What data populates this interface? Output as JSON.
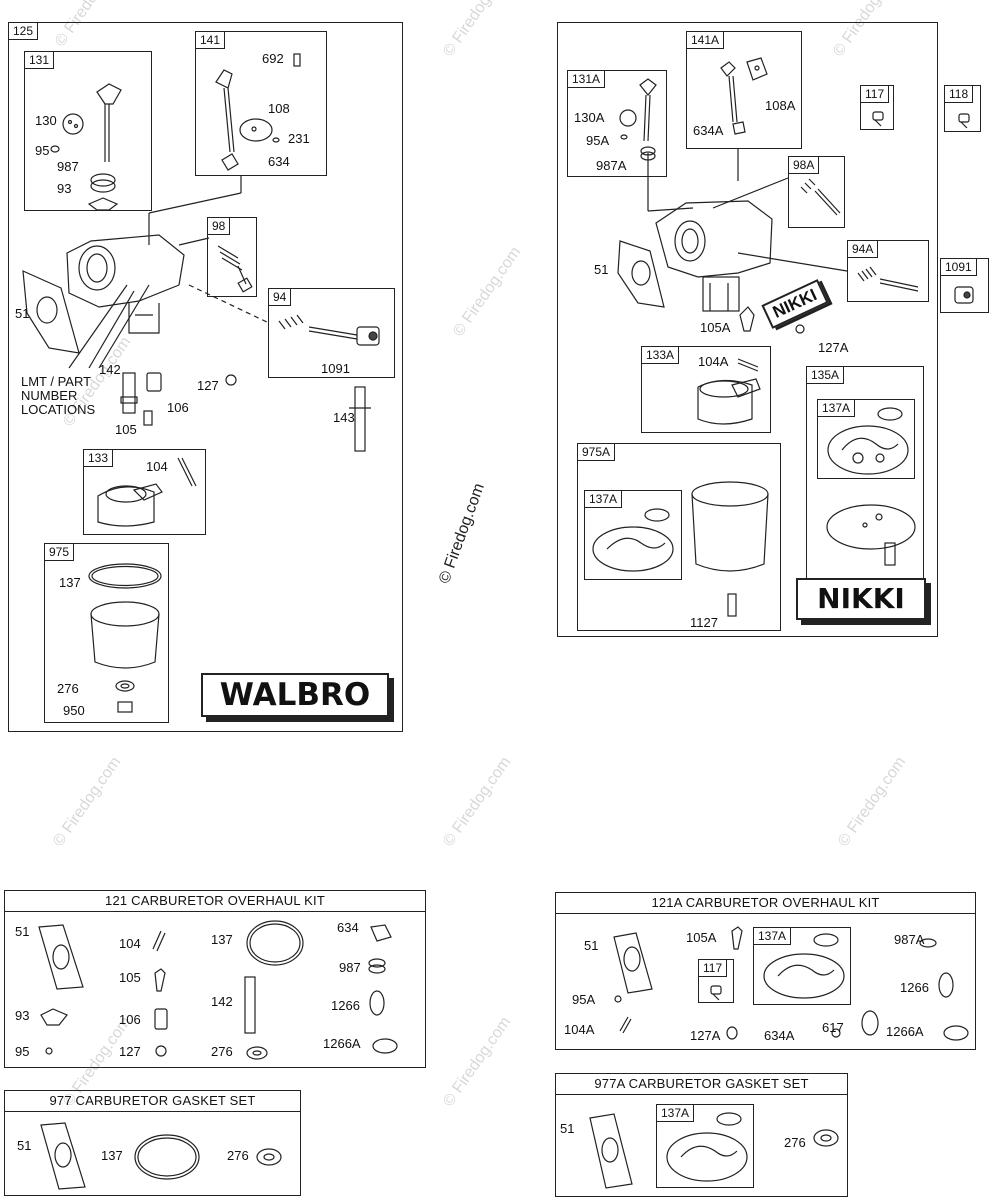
{
  "walbro": {
    "main_ref": "125",
    "brand": "WALBRO",
    "sub_131": {
      "ref": "131",
      "parts": [
        "130",
        "95",
        "987",
        "93"
      ]
    },
    "sub_141": {
      "ref": "141",
      "parts": [
        "692",
        "108",
        "231",
        "634"
      ]
    },
    "sub_98": {
      "ref": "98"
    },
    "sub_94": {
      "ref": "94",
      "parts": [
        "1091"
      ]
    },
    "sub_133": {
      "ref": "133",
      "parts": [
        "104"
      ]
    },
    "sub_975": {
      "ref": "975",
      "parts": [
        "137",
        "276",
        "950"
      ]
    },
    "loose": {
      "p51": "51",
      "p142": "142",
      "p127": "127",
      "p106": "106",
      "p105": "105",
      "p143": "143"
    },
    "lmt_line1": "LMT / PART",
    "lmt_line2": "NUMBER",
    "lmt_line3": "LOCATIONS"
  },
  "nikki": {
    "brand": "NIKKI",
    "carb_label": "NIKKI",
    "sub_131A": {
      "ref": "131A",
      "parts": [
        "130A",
        "95A",
        "987A"
      ]
    },
    "sub_141A": {
      "ref": "141A",
      "parts": [
        "108A",
        "634A"
      ]
    },
    "sub_98A": {
      "ref": "98A"
    },
    "sub_94A": {
      "ref": "94A"
    },
    "sub_133A": {
      "ref": "133A",
      "parts": [
        "104A"
      ]
    },
    "sub_135A": {
      "ref": "135A",
      "inner": "137A"
    },
    "sub_975A": {
      "ref": "975A",
      "inner": "137A",
      "parts": [
        "1127"
      ]
    },
    "ref_117": "117",
    "ref_118": "118",
    "ref_1091": "1091",
    "loose": {
      "p51": "51",
      "p105A": "105A",
      "p127A": "127A"
    }
  },
  "kit_121": {
    "title": "121  CARBURETOR OVERHAUL KIT",
    "parts": [
      "51",
      "104",
      "137",
      "634",
      "105",
      "987",
      "93",
      "106",
      "142",
      "1266",
      "95",
      "127",
      "276",
      "1266A"
    ]
  },
  "kit_977": {
    "title": "977 CARBURETOR GASKET SET",
    "parts": [
      "51",
      "137",
      "276"
    ]
  },
  "kit_121A": {
    "title": "121A CARBURETOR OVERHAUL KIT",
    "inner_137A": "137A",
    "inner_117": "117",
    "parts": [
      "51",
      "105A",
      "987A",
      "1266",
      "95A",
      "104A",
      "127A",
      "634A",
      "617",
      "1266A"
    ]
  },
  "kit_977A": {
    "title": "977A CARBURETOR GASKET SET",
    "inner_137A": "137A",
    "parts": [
      "51",
      "276"
    ]
  },
  "watermark": "© Firedog.com"
}
